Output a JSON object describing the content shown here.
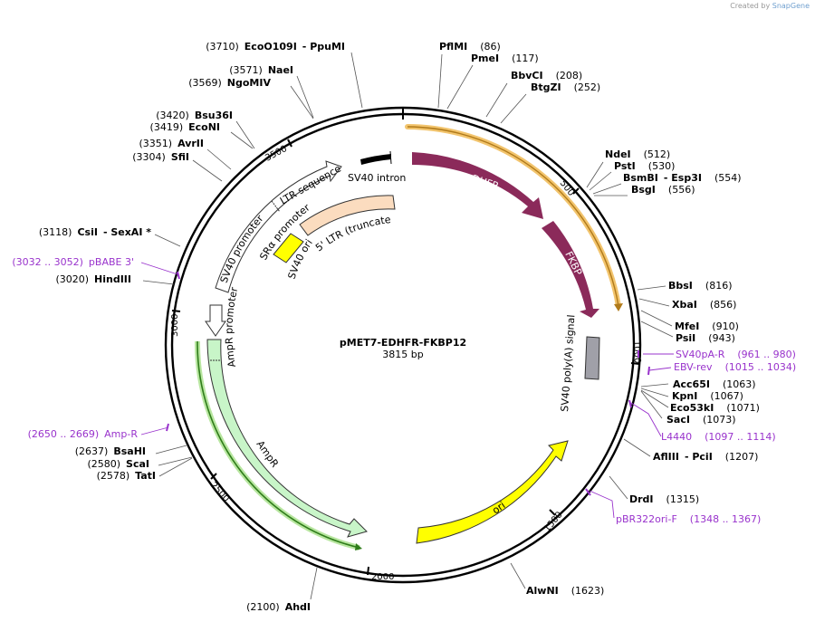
{
  "credit": {
    "prefix": "Created by",
    "brand": "SnapGene"
  },
  "plasmid": {
    "name": "pMET7-EDHFR-FKBP12",
    "length_label": "3815 bp"
  },
  "ticks": [
    {
      "label": "500"
    },
    {
      "label": "1000"
    },
    {
      "label": "1500"
    },
    {
      "label": "2000"
    },
    {
      "label": "2500"
    },
    {
      "label": "3000"
    },
    {
      "label": "3500"
    }
  ],
  "features": [
    {
      "name": "ecDHFR",
      "color": "#8b2a5a",
      "label_side": "inside-arrow"
    },
    {
      "name": "FKBP",
      "color": "#8b2a5a",
      "label_side": "inside-arrow"
    },
    {
      "name": "SV40 poly(A) signal",
      "color": "#a0a0a8"
    },
    {
      "name": "ori",
      "color": "#ffff00"
    },
    {
      "name": "AmpR",
      "color": "#c8f5c8"
    },
    {
      "name": "AmpR promoter",
      "color": "#ffffff"
    },
    {
      "name": "SV40 promoter",
      "color": "#ffffff"
    },
    {
      "name": "LTR sequence",
      "color": "#ffffff"
    },
    {
      "name": "SRα promoter",
      "color": "#ffffff"
    },
    {
      "name": "5' LTR (truncated)",
      "color": "#fbdcbf"
    },
    {
      "name": "SV40 ori",
      "color": "#ffff00"
    },
    {
      "name": "SV40 intron",
      "color": "#000000"
    }
  ],
  "sites_right": [
    {
      "enzyme": "PflMI",
      "pos": "(86)"
    },
    {
      "enzyme": "PmeI",
      "pos": "(117)"
    },
    {
      "enzyme": "BbvCI",
      "pos": "(208)"
    },
    {
      "enzyme": "BtgZI",
      "pos": "(252)"
    },
    {
      "enzyme": "NdeI",
      "pos": "(512)"
    },
    {
      "enzyme": "PstI",
      "pos": "(530)"
    },
    {
      "enzyme": "BsmBI",
      "extra": "- Esp3I",
      "pos": "(554)"
    },
    {
      "enzyme": "BsgI",
      "pos": "(556)"
    },
    {
      "enzyme": "BbsI",
      "pos": "(816)"
    },
    {
      "enzyme": "XbaI",
      "pos": "(856)"
    },
    {
      "enzyme": "MfeI",
      "pos": "(910)"
    },
    {
      "enzyme": "PsiI",
      "pos": "(943)"
    },
    {
      "enzyme": "Acc65I",
      "pos": "(1063)"
    },
    {
      "enzyme": "KpnI",
      "pos": "(1067)"
    },
    {
      "enzyme": "Eco53kI",
      "pos": "(1071)"
    },
    {
      "enzyme": "SacI",
      "pos": "(1073)"
    },
    {
      "enzyme": "AflIII",
      "extra": "- PciI",
      "pos": "(1207)"
    },
    {
      "enzyme": "DrdI",
      "pos": "(1315)"
    },
    {
      "enzyme": "AlwNI",
      "pos": "(1623)"
    }
  ],
  "sites_left": [
    {
      "pos": "(3710)",
      "enzyme": "EcoO109I",
      "extra": "- PpuMI"
    },
    {
      "pos": "(3571)",
      "enzyme": "NaeI"
    },
    {
      "pos": "(3569)",
      "enzyme": "NgoMIV"
    },
    {
      "pos": "(3420)",
      "enzyme": "Bsu36I"
    },
    {
      "pos": "(3419)",
      "enzyme": "EcoNI"
    },
    {
      "pos": "(3351)",
      "enzyme": "AvrII"
    },
    {
      "pos": "(3304)",
      "enzyme": "SfiI"
    },
    {
      "pos": "(3118)",
      "enzyme": "CsiI",
      "extra": "- SexAI *"
    },
    {
      "pos": "(3020)",
      "enzyme": "HindIII"
    },
    {
      "pos": "(2637)",
      "enzyme": "BsaHI"
    },
    {
      "pos": "(2580)",
      "enzyme": "ScaI"
    },
    {
      "pos": "(2578)",
      "enzyme": "TatI"
    },
    {
      "pos": "(2100)",
      "enzyme": "AhdI"
    }
  ],
  "primers": [
    {
      "name": "SV40pA-R",
      "range": "(961 .. 980)"
    },
    {
      "name": "EBV-rev",
      "range": "(1015 .. 1034)"
    },
    {
      "name": "L4440",
      "range": "(1097 .. 1114)"
    },
    {
      "name": "pBR322ori-F",
      "range": "(1348 .. 1367)"
    },
    {
      "name": "pBABE 3'",
      "range": "(3032 .. 3052)"
    },
    {
      "name": "Amp-R",
      "range": "(2650 .. 2669)"
    }
  ],
  "colors": {
    "primer": "#9933cc",
    "orf_highlight": "#f2c46d",
    "amp_highlight": "#2f7d1a"
  }
}
